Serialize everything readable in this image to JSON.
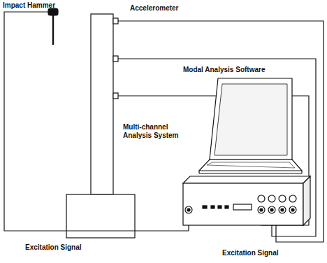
{
  "diagram": {
    "labels": [
      "Impact Hammer",
      "Accelerometer",
      "Modal Analysis Software",
      "Multi-channel Analysis System",
      "Excitation Signal",
      "Excitation Signal"
    ]
  }
}
